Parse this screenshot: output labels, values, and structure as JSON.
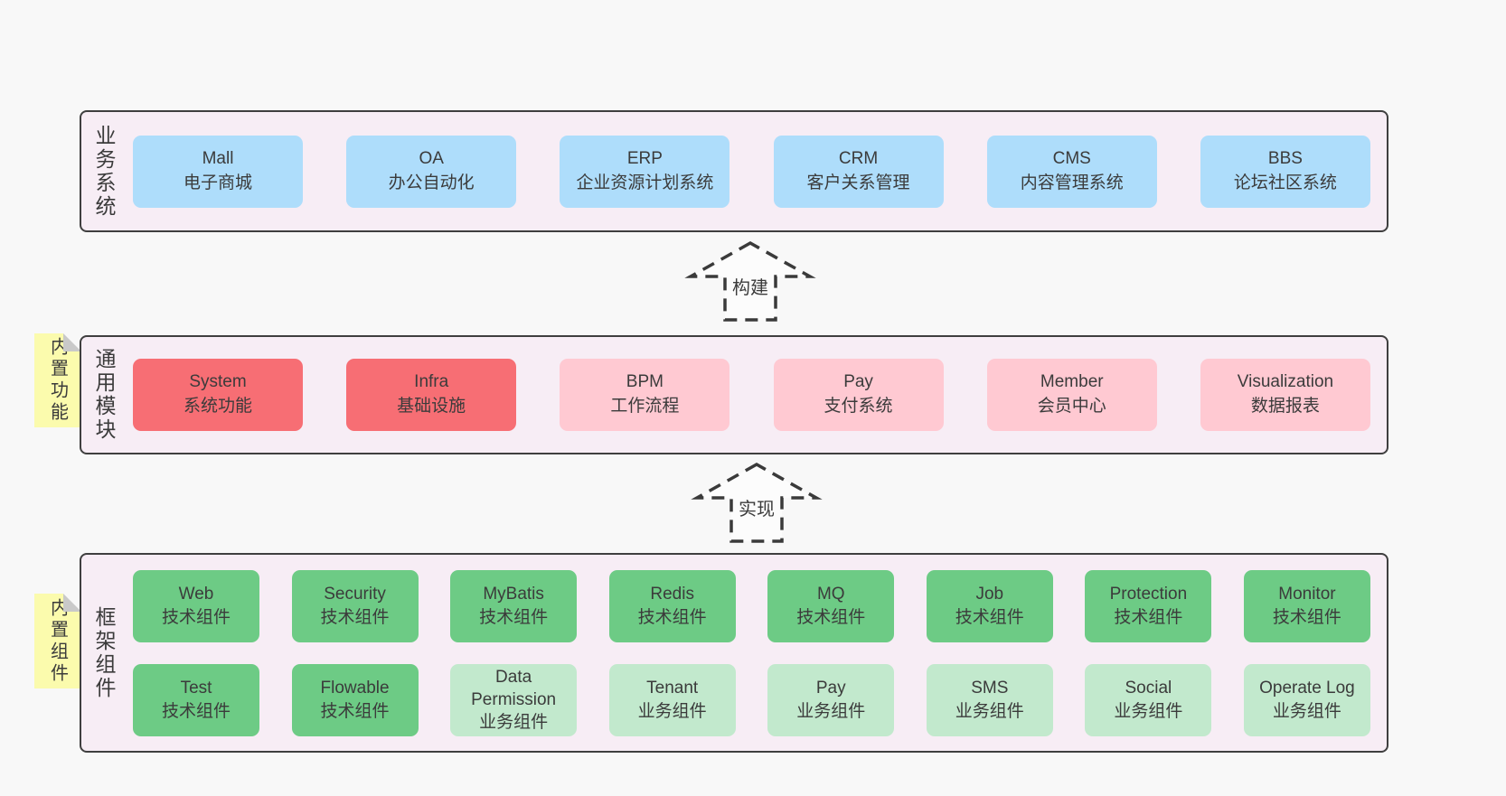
{
  "colors": {
    "page_bg": "#f8f8f8",
    "band_bg": "#f7edf5",
    "band_border": "#3f3f3f",
    "blue": "#aeddfb",
    "red": "#f76e74",
    "pink": "#ffc9d2",
    "green_dark": "#6dcb85",
    "green_light": "#c2e9cd",
    "sticky_yellow": "#fbfbad",
    "fold_gray": "#c9c9c9",
    "text": "#3b3b3b",
    "arrow_stroke": "#3a3a3a"
  },
  "arrows": {
    "build": "构建",
    "implement": "实现"
  },
  "sections": [
    {
      "side_label": "业务系统",
      "items": [
        {
          "name": "Mall",
          "desc": "电子商城",
          "variant": "blue"
        },
        {
          "name": "OA",
          "desc": "办公自动化",
          "variant": "blue"
        },
        {
          "name": "ERP",
          "desc": "企业资源计划系统",
          "variant": "blue"
        },
        {
          "name": "CRM",
          "desc": "客户关系管理",
          "variant": "blue"
        },
        {
          "name": "CMS",
          "desc": "内容管理系统",
          "variant": "blue"
        },
        {
          "name": "BBS",
          "desc": "论坛社区系统",
          "variant": "blue"
        }
      ]
    },
    {
      "side_label": "通用模块",
      "sticky": "内置功能",
      "items": [
        {
          "name": "System",
          "desc": "系统功能",
          "variant": "red"
        },
        {
          "name": "Infra",
          "desc": "基础设施",
          "variant": "red"
        },
        {
          "name": "BPM",
          "desc": "工作流程",
          "variant": "pink"
        },
        {
          "name": "Pay",
          "desc": "支付系统",
          "variant": "pink"
        },
        {
          "name": "Member",
          "desc": "会员中心",
          "variant": "pink"
        },
        {
          "name": "Visualization",
          "desc": "数据报表",
          "variant": "pink"
        }
      ]
    },
    {
      "side_label": "框架组件",
      "sticky": "内置组件",
      "rows": [
        [
          {
            "name": "Web",
            "desc": "技术组件",
            "variant": "green-dark"
          },
          {
            "name": "Security",
            "desc": "技术组件",
            "variant": "green-dark"
          },
          {
            "name": "MyBatis",
            "desc": "技术组件",
            "variant": "green-dark"
          },
          {
            "name": "Redis",
            "desc": "技术组件",
            "variant": "green-dark"
          },
          {
            "name": "MQ",
            "desc": "技术组件",
            "variant": "green-dark"
          },
          {
            "name": "Job",
            "desc": "技术组件",
            "variant": "green-dark"
          },
          {
            "name": "Protection",
            "desc": "技术组件",
            "variant": "green-dark"
          },
          {
            "name": "Monitor",
            "desc": "技术组件",
            "variant": "green-dark"
          }
        ],
        [
          {
            "name": "Test",
            "desc": "技术组件",
            "variant": "green-dark"
          },
          {
            "name": "Flowable",
            "desc": "技术组件",
            "variant": "green-dark"
          },
          {
            "name": "Data Permission",
            "desc": "业务组件",
            "variant": "green-light"
          },
          {
            "name": "Tenant",
            "desc": "业务组件",
            "variant": "green-light"
          },
          {
            "name": "Pay",
            "desc": "业务组件",
            "variant": "green-light"
          },
          {
            "name": "SMS",
            "desc": "业务组件",
            "variant": "green-light"
          },
          {
            "name": "Social",
            "desc": "业务组件",
            "variant": "green-light"
          },
          {
            "name": "Operate Log",
            "desc": "业务组件",
            "variant": "green-light"
          }
        ]
      ]
    }
  ]
}
